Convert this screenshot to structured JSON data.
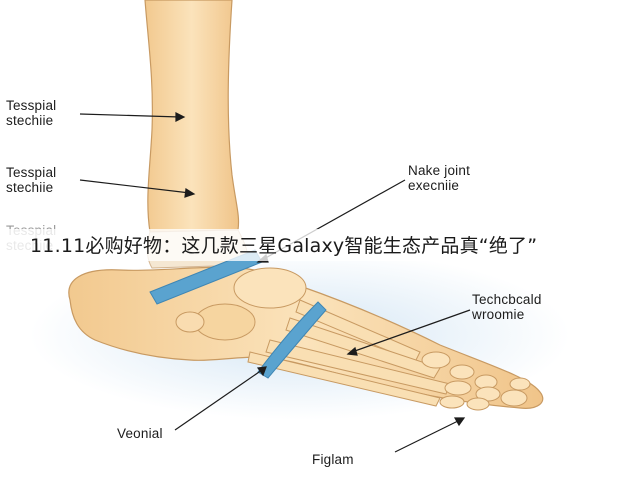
{
  "labels": {
    "left_top": "Tesspial\nstechiie",
    "left_mid": "Tesspial\nstechiie",
    "left_partial": "Tesspial\nstechiie",
    "right_top": "Nake joint\nexecniie",
    "right_mid": "Techcbcald\nwroomie",
    "bottom_left": "Veonial",
    "bottom_right": "Figlam"
  },
  "caption": "11.11必购好物：这几款三星Galaxy智能生态产品真“绝了”",
  "colors": {
    "bone": "#f7d8a6",
    "bone_outline": "#c89a62",
    "ligament": "#5aa3cf",
    "shadow": "#cfe3f3"
  }
}
